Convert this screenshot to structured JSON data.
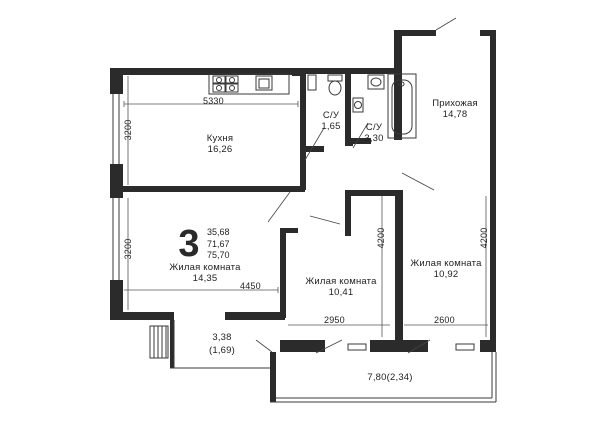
{
  "rooms": {
    "kitchen": {
      "name": "Кухня",
      "area": "16,26"
    },
    "bath_small": {
      "name": "С/У",
      "area": "1,65"
    },
    "bath_large": {
      "name": "С/У",
      "area": "3,30"
    },
    "hallway": {
      "name": "Прихожая",
      "area": "14,78"
    },
    "living_1": {
      "name": "Жилая комната",
      "area": "14,35"
    },
    "living_2": {
      "name": "Жилая комната",
      "area": "10,41"
    },
    "living_3": {
      "name": "Жилая комната",
      "area": "10,92"
    },
    "balcony_small": {
      "area": "3,38",
      "reduced": "(1,69)"
    },
    "balcony_large": {
      "area": "7,80(2,34)"
    }
  },
  "dimensions": {
    "kitchen_width": "5330",
    "kitchen_depth": "3200",
    "living1_depth": "3200",
    "living1_width": "4450",
    "living2_depth": "4200",
    "living2_width": "2950",
    "living3_depth": "4200",
    "living3_width": "2600"
  },
  "summary": {
    "room_count": "3",
    "living_area": "35,68",
    "total_area": "71,67",
    "total_with_balcony": "75,70"
  }
}
